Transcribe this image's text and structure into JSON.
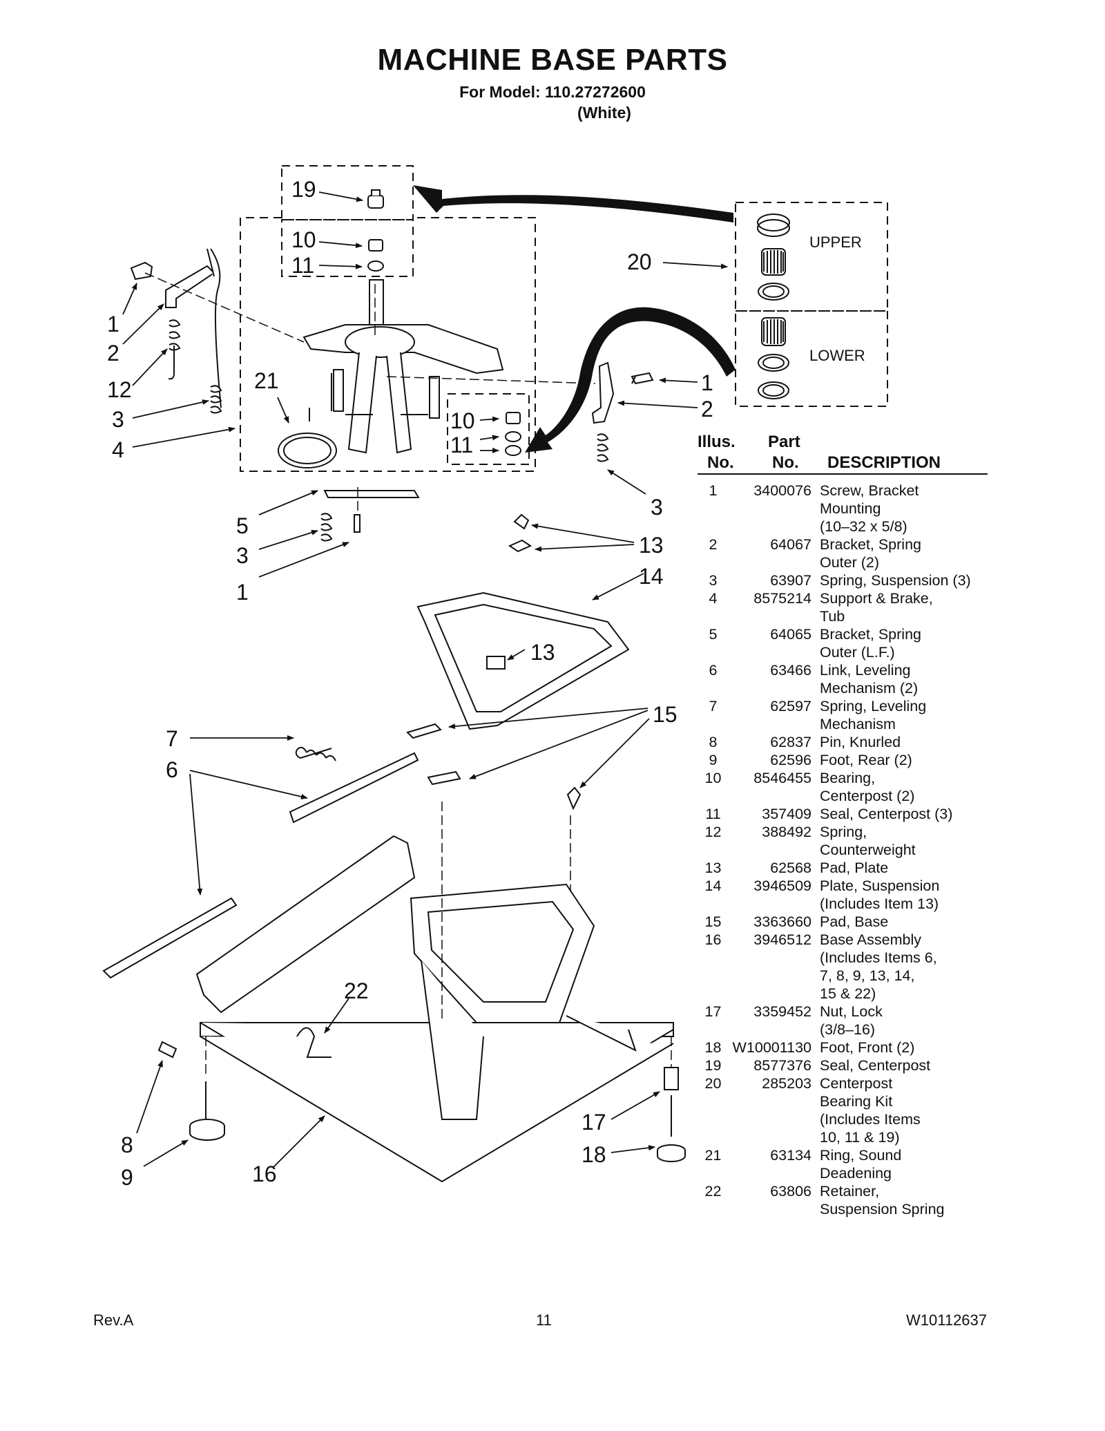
{
  "title": "MACHINE BASE PARTS",
  "subtitle_model": "For Model: 110.27272600",
  "subtitle_color": "(White)",
  "kit_labels": {
    "upper": "UPPER",
    "lower": "LOWER"
  },
  "callouts": {
    "c19": "19",
    "c10a": "10",
    "c11a": "11",
    "c20": "20",
    "c1_left": "1",
    "c2_left": "2",
    "c12": "12",
    "c3_left": "3",
    "c4": "4",
    "c21": "21",
    "c10b": "10",
    "c11b": "11",
    "c1_right": "1",
    "c2_right": "2",
    "c3_right": "3",
    "c5": "5",
    "c3_mid": "3",
    "c1_mid": "1",
    "c13a": "13",
    "c14": "14",
    "c13b": "13",
    "c15": "15",
    "c7": "7",
    "c6": "6",
    "c22": "22",
    "c8": "8",
    "c9": "9",
    "c16": "16",
    "c17": "17",
    "c18": "18"
  },
  "table": {
    "headers": {
      "illus_line1": "Illus.",
      "illus_line2": "No.",
      "part_line1": "Part",
      "part_line2": "No.",
      "description": "DESCRIPTION"
    },
    "rows": [
      {
        "illus": "1",
        "part": "3400076",
        "desc": [
          "Screw, Bracket",
          "Mounting",
          "(10–32 x 5/8)"
        ]
      },
      {
        "illus": "2",
        "part": "64067",
        "desc": [
          "Bracket, Spring",
          "Outer (2)"
        ]
      },
      {
        "illus": "3",
        "part": "63907",
        "desc": [
          "Spring, Suspension (3)"
        ]
      },
      {
        "illus": "4",
        "part": "8575214",
        "desc": [
          "Support & Brake,",
          "Tub"
        ]
      },
      {
        "illus": "5",
        "part": "64065",
        "desc": [
          "Bracket, Spring",
          "Outer (L.F.)"
        ]
      },
      {
        "illus": "6",
        "part": "63466",
        "desc": [
          "Link, Leveling",
          "Mechanism (2)"
        ]
      },
      {
        "illus": "7",
        "part": "62597",
        "desc": [
          "Spring, Leveling",
          "Mechanism"
        ]
      },
      {
        "illus": "8",
        "part": "62837",
        "desc": [
          "Pin, Knurled"
        ]
      },
      {
        "illus": "9",
        "part": "62596",
        "desc": [
          "Foot, Rear (2)"
        ]
      },
      {
        "illus": "10",
        "part": "8546455",
        "desc": [
          "Bearing,",
          "Centerpost (2)"
        ]
      },
      {
        "illus": "11",
        "part": "357409",
        "desc": [
          "Seal, Centerpost (3)"
        ]
      },
      {
        "illus": "12",
        "part": "388492",
        "desc": [
          "Spring,",
          "Counterweight"
        ]
      },
      {
        "illus": "13",
        "part": "62568",
        "desc": [
          "Pad, Plate"
        ]
      },
      {
        "illus": "14",
        "part": "3946509",
        "desc": [
          "Plate, Suspension",
          "(Includes Item 13)"
        ]
      },
      {
        "illus": "15",
        "part": "3363660",
        "desc": [
          "Pad, Base"
        ]
      },
      {
        "illus": "16",
        "part": "3946512",
        "desc": [
          "Base Assembly",
          "(Includes Items 6,",
          "7, 8, 9, 13, 14,",
          "15 & 22)"
        ]
      },
      {
        "illus": "17",
        "part": "3359452",
        "desc": [
          "Nut, Lock",
          "(3/8–16)"
        ]
      },
      {
        "illus": "18",
        "part": "W10001130",
        "desc": [
          "Foot, Front (2)"
        ]
      },
      {
        "illus": "19",
        "part": "8577376",
        "desc": [
          "Seal, Centerpost"
        ]
      },
      {
        "illus": "20",
        "part": "285203",
        "desc": [
          "Centerpost",
          "Bearing Kit",
          "(Includes Items",
          "10, 11 & 19)"
        ]
      },
      {
        "illus": "21",
        "part": "63134",
        "desc": [
          "Ring, Sound",
          "Deadening"
        ]
      },
      {
        "illus": "22",
        "part": "63806",
        "desc": [
          "Retainer,",
          "Suspension Spring"
        ]
      }
    ]
  },
  "footer": {
    "rev": "Rev.A",
    "page": "11",
    "doc_number": "W10112637"
  }
}
